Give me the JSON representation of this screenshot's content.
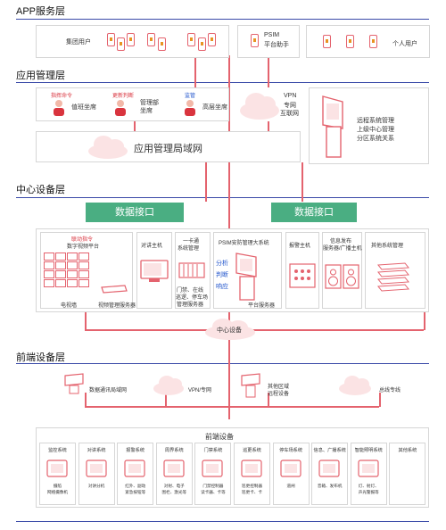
{
  "layers": {
    "app": "APP服务层",
    "app_mgmt": "应用管理层",
    "center": "中心设备层",
    "front": "前端设备层"
  },
  "app_layer": {
    "group_user": "集团用户",
    "psim_helper": [
      "PSIM",
      "平台助手"
    ],
    "personal_user": "个人用户"
  },
  "mgmt_layer": {
    "duty": {
      "cmd": "指挥命令",
      "label": "值班坐席"
    },
    "dept": {
      "cmd": "更新判断",
      "label": [
        "管理部",
        "坐席"
      ]
    },
    "supervise": {
      "cmd": "监管",
      "label": "高层坐席"
    },
    "vpn": [
      "VPN",
      "专网",
      "互联网"
    ],
    "lan": "应用管理局域网",
    "remote": [
      "远程系统管理",
      "上级中心管理",
      "分区系统关系"
    ]
  },
  "center_layer": {
    "data_if": "数据接口",
    "linkage": [
      "联动指令",
      "数字视频平台"
    ],
    "tv_wall": "电视墙",
    "video_server": "视频管理服务器",
    "intercom": "对讲主机",
    "card": [
      "一卡通",
      "系统管理"
    ],
    "card_items": [
      "门禁、在线",
      "巡逻、停车场",
      "管理服务器"
    ],
    "psim_sys": "PSIM安防管理大系统",
    "psim_words": [
      "分析",
      "判断",
      "响应"
    ],
    "platform_server": "平台服务器",
    "alarm_host": "报警主机",
    "broadcast": [
      "信息发布",
      "服务器/广播主机"
    ],
    "other_mgmt": "其他系统管理",
    "center_device": "中心设备"
  },
  "front_layer": {
    "data_net": "数据通讯局域网",
    "vpn": "VPN/专网",
    "other_zone": [
      "其他区域",
      "远程设备"
    ],
    "bus": "总线专线",
    "front_device": "前端设备",
    "systems": [
      {
        "name": "监控系统",
        "caption": [
          "摄陷",
          "网络摄像机"
        ]
      },
      {
        "name": "对讲系统",
        "caption": [
          "对讲分机"
        ]
      },
      {
        "name": "报警系统",
        "caption": [
          "红外、副动",
          "紧急按钮等"
        ]
      },
      {
        "name": "周界系统",
        "caption": [
          "对射、电子",
          "围栏、激光等"
        ]
      },
      {
        "name": "门禁系统",
        "caption": [
          "门禁控制器",
          "读卡器、卡等"
        ]
      },
      {
        "name": "巡更系统",
        "caption": [
          "巡更控制器",
          "巡更卡、卡"
        ]
      },
      {
        "name": "停车场系统",
        "caption": [
          "道闸"
        ]
      },
      {
        "name": "信息、广播系统",
        "caption": [
          "音箱、发布机"
        ]
      },
      {
        "name": "智能照明系统",
        "caption": [
          "灯、射灯、",
          "声光警报等"
        ]
      },
      {
        "name": "其他系统",
        "caption": []
      }
    ]
  }
}
